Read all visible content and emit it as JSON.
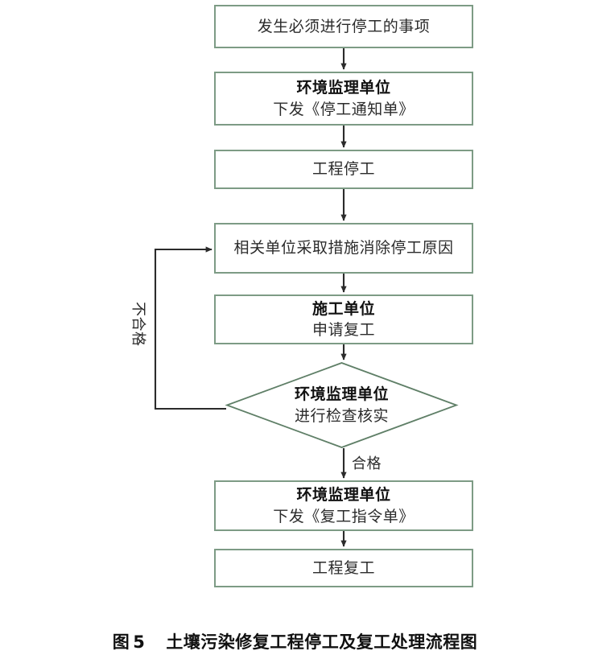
{
  "figure": {
    "caption_label": "图",
    "caption_number": "5",
    "caption_title": "土壤污染修复工程停工及复工处理流程图",
    "border_color": "#7d9b85",
    "connector_color": "#2b2b2b",
    "background_color": "#ffffff"
  },
  "nodes": [
    {
      "id": "trigger-event",
      "shape": "process",
      "lines": [
        {
          "text": "发生必须进行停工的事项",
          "emphasis": "regular"
        }
      ]
    },
    {
      "id": "issue-stop-work-notice",
      "shape": "process",
      "lines": [
        {
          "text": "环境监理单位",
          "emphasis": "bold"
        },
        {
          "text": "下发《停工通知单》",
          "emphasis": "regular"
        }
      ]
    },
    {
      "id": "project-stopped",
      "shape": "process",
      "lines": [
        {
          "text": "工程停工",
          "emphasis": "regular"
        }
      ]
    },
    {
      "id": "remove-stop-cause",
      "shape": "process",
      "lines": [
        {
          "text": "相关单位采取措施消除停工原因",
          "emphasis": "regular"
        }
      ]
    },
    {
      "id": "apply-resume-work",
      "shape": "process",
      "lines": [
        {
          "text": "施工单位",
          "emphasis": "bold"
        },
        {
          "text": "申请复工",
          "emphasis": "regular"
        }
      ]
    },
    {
      "id": "inspection-decision",
      "shape": "decision",
      "lines": [
        {
          "text": "环境监理单位",
          "emphasis": "bold"
        },
        {
          "text": "进行检查核实",
          "emphasis": "regular"
        }
      ]
    },
    {
      "id": "issue-resume-order",
      "shape": "process",
      "lines": [
        {
          "text": "环境监理单位",
          "emphasis": "bold"
        },
        {
          "text": "下发《复工指令单》",
          "emphasis": "regular"
        }
      ]
    },
    {
      "id": "project-resumed",
      "shape": "process",
      "lines": [
        {
          "text": "工程复工",
          "emphasis": "regular"
        }
      ]
    }
  ],
  "edge_labels": {
    "fail": "不合格",
    "pass": "合格"
  }
}
